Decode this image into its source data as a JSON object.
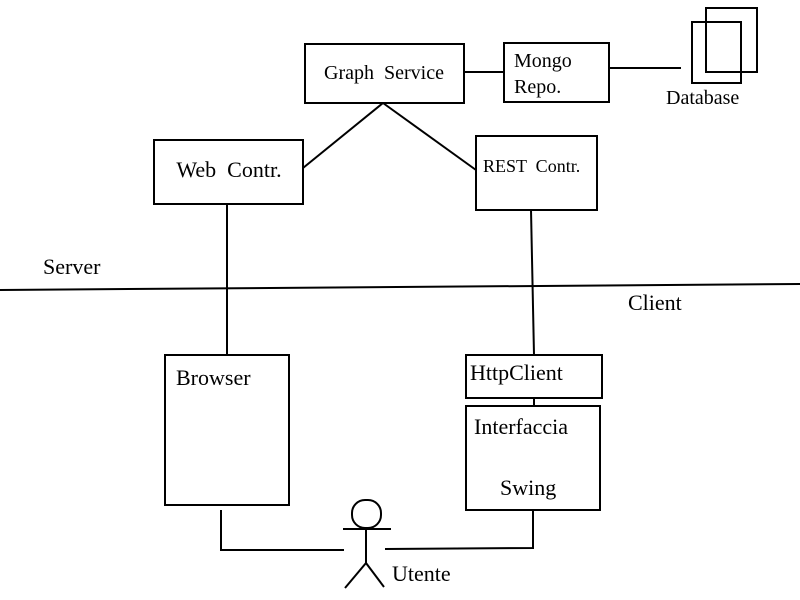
{
  "diagram": {
    "boxes": {
      "graph_service": "Graph  Service",
      "mongo_repo_line1": "Mongo",
      "mongo_repo_line2": "Repo.",
      "web_controller": "Web  Contr.",
      "rest_controller": "REST  Contr.",
      "browser": "Browser",
      "http_client": "HttpClient",
      "interfaccia_line1": "Interfaccia",
      "interfaccia_line2": "Swing"
    },
    "labels": {
      "database": "Database",
      "server": "Server",
      "client": "Client",
      "user": "Utente"
    }
  }
}
